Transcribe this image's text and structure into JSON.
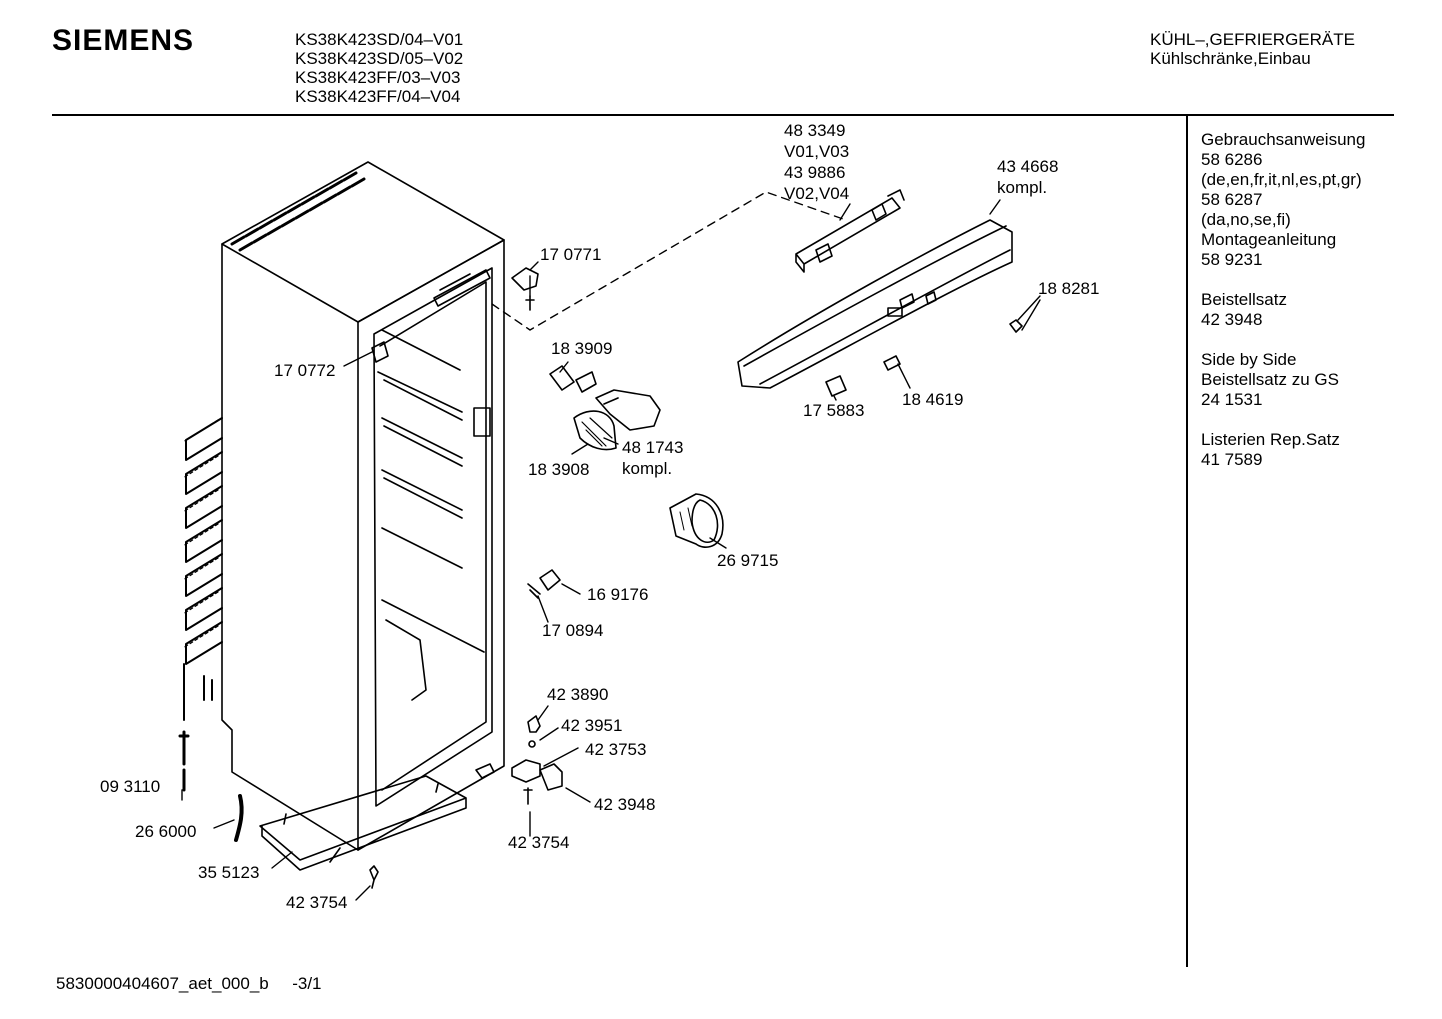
{
  "header": {
    "brand": "SIEMENS",
    "models": [
      "KS38K423SD/04–V01",
      "KS38K423SD/05–V02",
      "KS38K423FF/03–V03",
      "KS38K423FF/04–V04"
    ],
    "category_line1": "KÜHL–,GEFRIERGERÄTE",
    "category_line2": "Kühlschränke,Einbau"
  },
  "sidebar": {
    "groups": [
      [
        "Gebrauchsanweisung",
        "58 6286",
        "(de,en,fr,it,nl,es,pt,gr)",
        "58 6287",
        "(da,no,se,fi)",
        "Montageanleitung",
        "58 9231"
      ],
      [
        "Beistellsatz",
        "42 3948"
      ],
      [
        "Side by Side",
        "Beistellsatz zu GS",
        "24 1531"
      ],
      [
        "Listerien Rep.Satz",
        "41 7589"
      ]
    ]
  },
  "parts": [
    {
      "id": "p483349",
      "lines": [
        "48 3349",
        "V01,V03",
        "43 9886",
        "V02,V04"
      ]
    },
    {
      "id": "p434668",
      "lines": [
        "43 4668",
        "kompl."
      ]
    },
    {
      "id": "p170771",
      "lines": [
        "17 0771"
      ]
    },
    {
      "id": "p188281",
      "lines": [
        "18 8281"
      ]
    },
    {
      "id": "p170772",
      "lines": [
        "17 0772"
      ]
    },
    {
      "id": "p183909",
      "lines": [
        "18 3909"
      ]
    },
    {
      "id": "p175883",
      "lines": [
        "17 5883"
      ]
    },
    {
      "id": "p184619",
      "lines": [
        "18 4619"
      ]
    },
    {
      "id": "p481743",
      "lines": [
        "48 1743",
        "kompl."
      ]
    },
    {
      "id": "p183908",
      "lines": [
        "18 3908"
      ]
    },
    {
      "id": "p269715",
      "lines": [
        "26 9715"
      ]
    },
    {
      "id": "p169176",
      "lines": [
        "16 9176"
      ]
    },
    {
      "id": "p170894",
      "lines": [
        "17 0894"
      ]
    },
    {
      "id": "p423890",
      "lines": [
        "42 3890"
      ]
    },
    {
      "id": "p423951",
      "lines": [
        "42 3951"
      ]
    },
    {
      "id": "p423753",
      "lines": [
        "42 3753"
      ]
    },
    {
      "id": "p093110",
      "lines": [
        "09 3110"
      ]
    },
    {
      "id": "p423948",
      "lines": [
        "42 3948"
      ]
    },
    {
      "id": "p266000",
      "lines": [
        "26 6000"
      ]
    },
    {
      "id": "p423754a",
      "lines": [
        "42 3754"
      ]
    },
    {
      "id": "p355123",
      "lines": [
        "35 5123"
      ]
    },
    {
      "id": "p423754b",
      "lines": [
        "42 3754"
      ]
    }
  ],
  "footer": {
    "doc_id": "5830000404607_aet_000_b",
    "page": "-3/1"
  }
}
